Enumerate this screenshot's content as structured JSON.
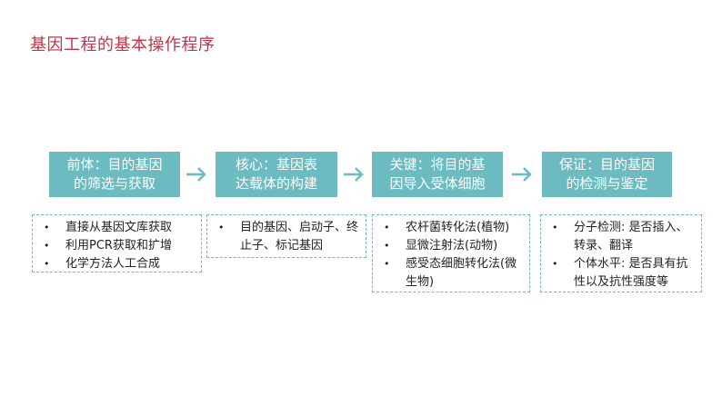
{
  "title": "基因工程的基本操作程序",
  "steps": [
    {
      "line1": "前体：目的基因",
      "line2": "的筛选与获取"
    },
    {
      "line1": "核心：基因表",
      "line2": "达载体的构建"
    },
    {
      "line1": "关键：将目的基",
      "line2": "因导入受体细胞"
    },
    {
      "line1": "保证：目的基因",
      "line2": "的检测与鉴定"
    }
  ],
  "details": [
    {
      "items": [
        "直接从基因文库获取",
        "利用PCR获取和扩增",
        "化学方法人工合成"
      ]
    },
    {
      "items": [
        "目的基因、启动子、终止子、标记基因"
      ]
    },
    {
      "items": [
        "农杆菌转化法(植物)",
        "显微注射法(动物)",
        "感受态细胞转化法(微生物)"
      ]
    },
    {
      "items": [
        "分子检测: 是否插入、转录、翻译",
        "个体水平: 是否具有抗性以及抗性强度等"
      ]
    }
  ],
  "colors": {
    "accent": "#6bbbc1",
    "title": "#c0344a"
  }
}
